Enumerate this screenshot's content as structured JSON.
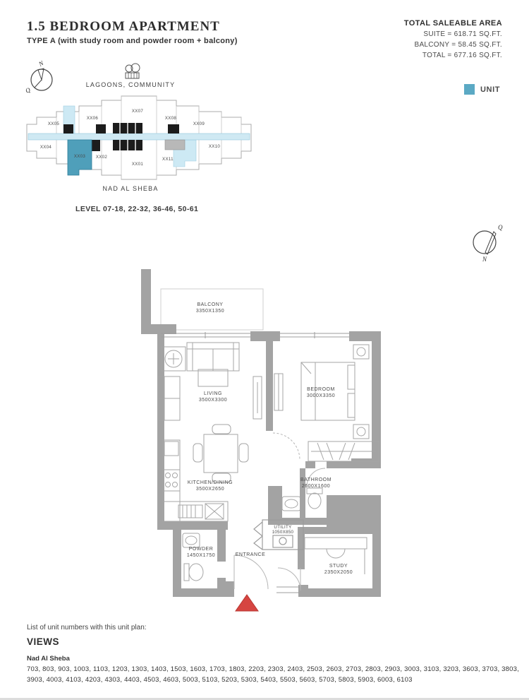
{
  "header": {
    "title": "1.5 BEDROOM APARTMENT",
    "subtitle": "TYPE A (with study room and powder room + balcony)"
  },
  "area_summary": {
    "heading": "TOTAL SALEABLE AREA",
    "lines": [
      "SUITE = 618.71 SQ.FT.",
      "BALCONY = 58.45 SQ.FT.",
      "TOTAL = 677.16 SQ.FT."
    ]
  },
  "legend": {
    "unit_label": "UNIT",
    "unit_color": "#5ba9c4"
  },
  "key_plan": {
    "community_label": "LAGOONS, COMMUNITY",
    "bottom_label": "NAD AL SHEBA",
    "level_label": "LEVEL 07-18, 22-32, 36-46, 50-61",
    "compass": {
      "north": "N",
      "qibla": "Q"
    },
    "highlighted_unit": "XX03",
    "highlight_color": "#4f9fba",
    "corridor_color": "#cfe9f3",
    "units": [
      "XX05",
      "XX06",
      "XX07",
      "XX08",
      "XX09",
      "XX04",
      "XX03",
      "XX02",
      "XX01",
      "XX11",
      "XX10"
    ]
  },
  "floor_plan": {
    "compass": {
      "north": "N",
      "qibla": "Q"
    },
    "entrance_marker_color": "#d64541",
    "rooms": [
      {
        "name": "BALCONY",
        "dims": "3350X1350"
      },
      {
        "name": "LIVING",
        "dims": "3500X3300"
      },
      {
        "name": "BEDROOM",
        "dims": "3000X3350"
      },
      {
        "name": "KITCHEN/DINING",
        "dims": "3500X2650"
      },
      {
        "name": "BATHROOM",
        "dims": "2600X1600"
      },
      {
        "name": "UTILITY",
        "dims": "1050X850"
      },
      {
        "name": "POWDER",
        "dims": "1450X1750"
      },
      {
        "name": "ENTRANCE",
        "dims": ""
      },
      {
        "name": "STUDY",
        "dims": "2350X2050"
      }
    ]
  },
  "footer": {
    "list_intro": "List of unit numbers with this unit plan:",
    "views_heading": "VIEWS",
    "views_location": "Nad Al Sheba",
    "unit_numbers": "703, 803, 903, 1003, 1103, 1203, 1303, 1403, 1503, 1603, 1703, 1803, 2203, 2303, 2403, 2503, 2603, 2703, 2803, 2903, 3003, 3103, 3203, 3603, 3703, 3803, 3903, 4003, 4103, 4203, 4303, 4403, 4503, 4603, 5003, 5103, 5203, 5303, 5403, 5503, 5603, 5703, 5803, 5903, 6003, 6103"
  }
}
